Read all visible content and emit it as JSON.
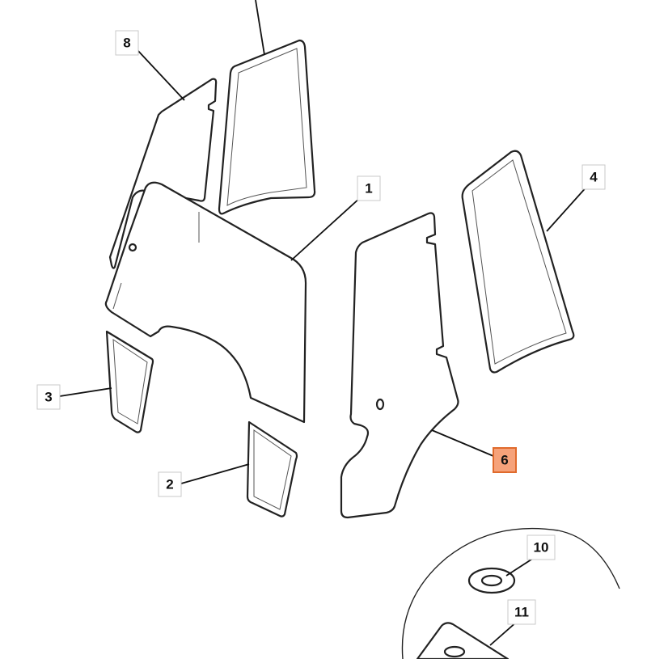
{
  "callouts": {
    "c1": "1",
    "c2": "2",
    "c3": "3",
    "c4": "4",
    "c6": "6",
    "c8": "8",
    "c10": "10",
    "c11": "11"
  },
  "highlight_color": "#f6a27a",
  "highlighted_part": "6"
}
